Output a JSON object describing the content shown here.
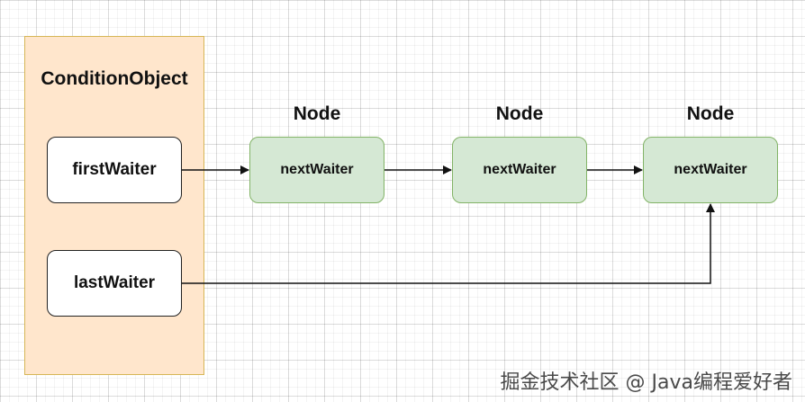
{
  "diagram": {
    "container": {
      "title": "ConditionObject",
      "fields": [
        {
          "label": "firstWaiter"
        },
        {
          "label": "lastWaiter"
        }
      ]
    },
    "nodes": [
      {
        "title": "Node",
        "field": "nextWaiter"
      },
      {
        "title": "Node",
        "field": "nextWaiter"
      },
      {
        "title": "Node",
        "field": "nextWaiter"
      }
    ],
    "edges": [
      {
        "from": "firstWaiter",
        "to": "node-1"
      },
      {
        "from": "node-1",
        "to": "node-2"
      },
      {
        "from": "node-2",
        "to": "node-3"
      },
      {
        "from": "lastWaiter",
        "to": "node-3"
      }
    ]
  },
  "watermark": "掘金技术社区 @ Java编程爱好者",
  "colors": {
    "container_fill": "#ffe6cc",
    "container_stroke": "#d6b656",
    "node_fill": "#d5e8d4",
    "node_stroke": "#82b366",
    "edge": "#111111"
  }
}
